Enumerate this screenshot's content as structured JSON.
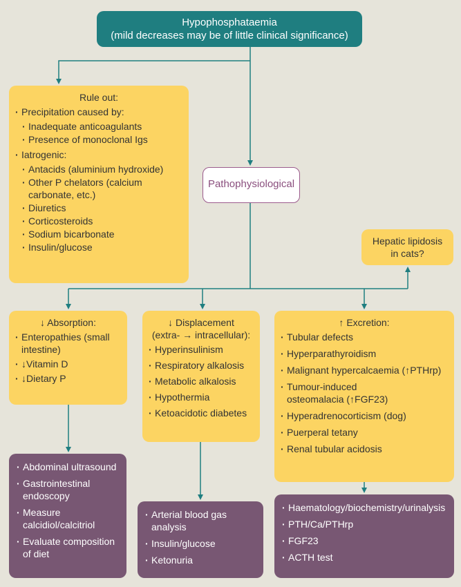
{
  "title": {
    "line1": "Hypophosphataemia",
    "line2": "(mild decreases may be of little clinical significance)"
  },
  "rule_out": {
    "heading": "Rule out:",
    "precipitation_label": "Precipitation caused by:",
    "precipitation_items": [
      "Inadequate anticoagulants",
      "Presence of monoclonal Igs"
    ],
    "iatrogenic_label": "Iatrogenic:",
    "iatrogenic_items": [
      "Antacids (aluminium hydroxide)",
      "Other P chelators (calcium carbonate, etc.)",
      "Diuretics",
      "Corticosteroids",
      "Sodium bicarbonate",
      "Insulin/glucose"
    ]
  },
  "pathophysiological": {
    "label": "Pathophysiological"
  },
  "hepatic": {
    "line1": "Hepatic lipidosis",
    "line2": "in cats?"
  },
  "absorption": {
    "heading": "Absorption:",
    "arrow": "↓",
    "items": [
      "Enteropathies (small intestine)",
      "↓Vitamin D",
      "↓Dietary P"
    ]
  },
  "displacement": {
    "heading_line1": "Displacement",
    "heading_line2": "(extra- → intracellular):",
    "arrow": "↓",
    "items": [
      "Hyperinsulinism",
      "Respiratory alkalosis",
      "Metabolic alkalosis",
      "Hypothermia",
      "Ketoacidotic diabetes"
    ]
  },
  "excretion": {
    "heading": "Excretion:",
    "arrow": "↑",
    "items": [
      "Tubular defects",
      "Hyperparathyroidism",
      "Malignant hypercalcaemia (↑PTHrp)",
      "Tumour-induced osteomalacia (↑FGF23)",
      "Hyperadrenocorticism (dog)",
      "Puerperal tetany",
      "Renal tubular acidosis"
    ]
  },
  "tests_absorption": {
    "items": [
      "Abdominal ultrasound",
      "Gastrointestinal endoscopy",
      "Measure calcidiol/calcitriol",
      "Evaluate composition of diet"
    ]
  },
  "tests_displacement": {
    "items": [
      "Arterial blood gas analysis",
      "Insulin/glucose",
      "Ketonuria"
    ]
  },
  "tests_excretion": {
    "items": [
      "Haematology/biochemistry/urinalysis",
      "PTH/Ca/PTHrp",
      "FGF23",
      "ACTH test"
    ]
  },
  "colors": {
    "background": "#e6e4da",
    "teal": "#1f7e80",
    "yellow": "#fcd462",
    "purple": "#785773",
    "connector": "#1f7e80"
  }
}
